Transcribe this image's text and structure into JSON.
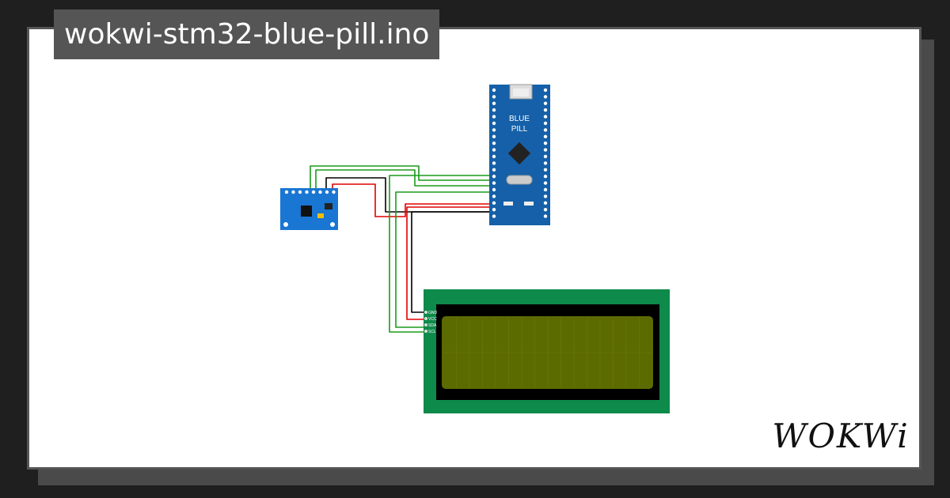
{
  "title": "wokwi-stm32-blue-pill.ino",
  "logo": "WOKWi",
  "board": {
    "label_line1": "BLUE",
    "label_line2": "PILL",
    "color": "#1560a8"
  },
  "lcd": {
    "pins": [
      "GND",
      "VCC",
      "SDA",
      "SCL"
    ],
    "pcb_color": "#0e8a4a",
    "screen_color": "#5c6b00"
  },
  "sensor": {
    "color": "#1976d2"
  },
  "wire_colors": {
    "green": "#1a9a1a",
    "red": "#e00000",
    "black": "#000000"
  }
}
